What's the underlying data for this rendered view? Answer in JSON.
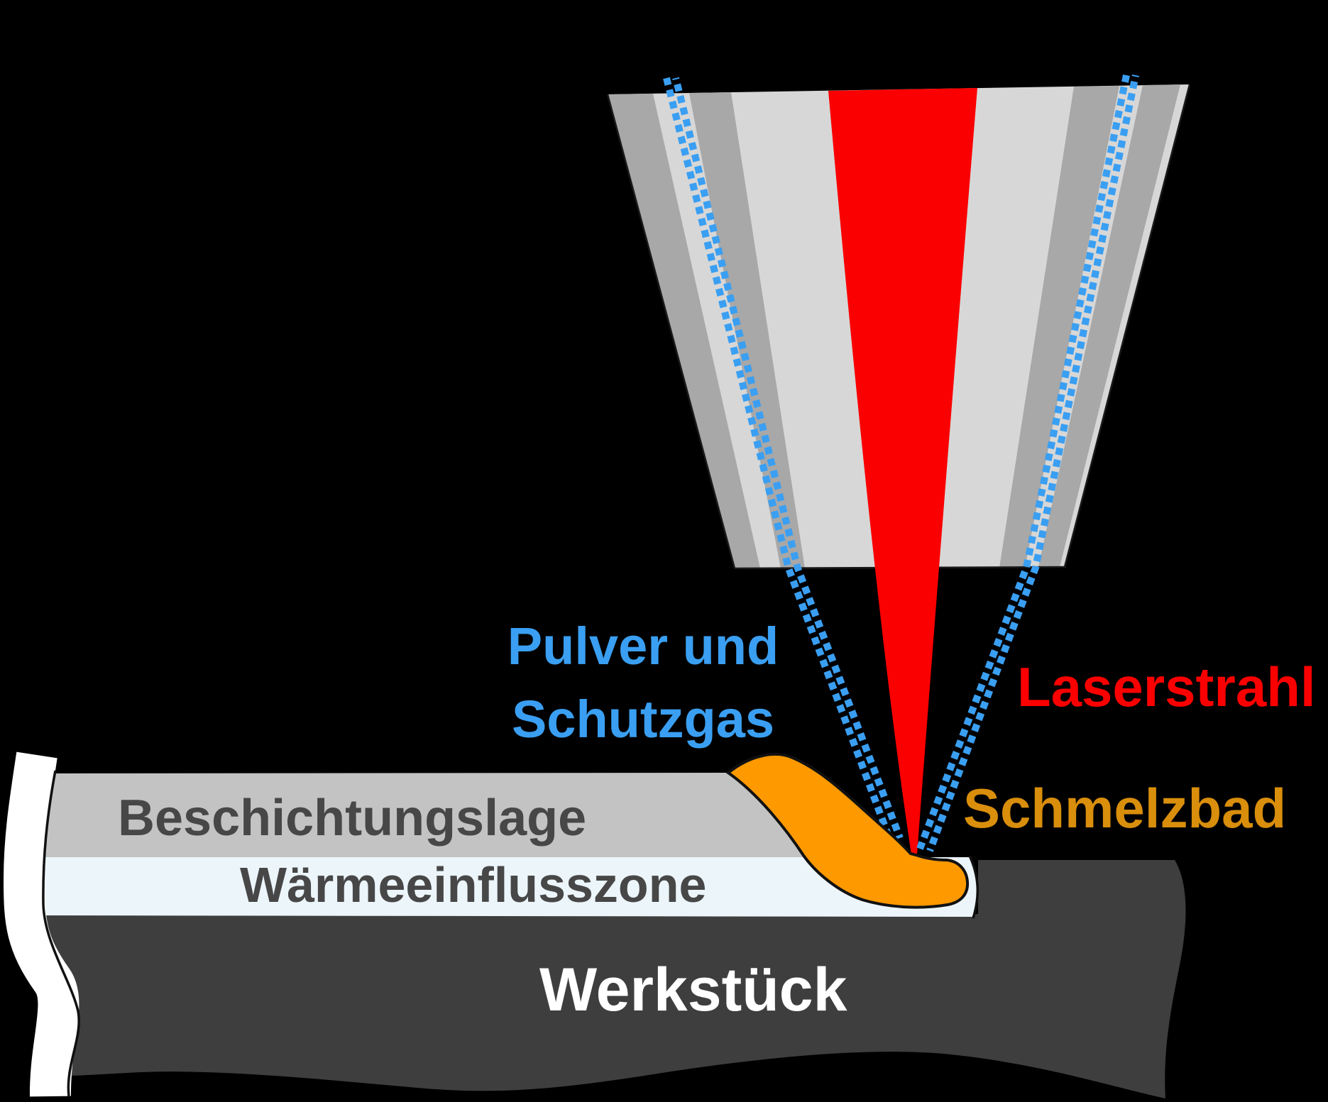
{
  "labels": {
    "powder_line1": "Pulver und",
    "powder_line2": "Schutzgas",
    "laser": "Laserstrahl",
    "melt_pool": "Schmelzbad",
    "coating": "Beschichtungslage",
    "haz": "Wärmeeinflusszone",
    "workpiece": "Werkstück"
  },
  "colors": {
    "background": "#000000",
    "laser_red": "#FB0000",
    "powder_blue": "#3A9FF2",
    "melt_pool_orange": "#FF9900",
    "melt_pool_label": "#D98E0C",
    "coating_gray": "#C3C3C3",
    "haz_white": "#ECF5FA",
    "workpiece_gray": "#3E3E3E",
    "nozzle_light": "#D7D7D7",
    "nozzle_dark": "#A8A8A8",
    "label_dark_gray": "#474747",
    "workpiece_label_white": "#FFFFFF",
    "outline_black": "#111111"
  }
}
